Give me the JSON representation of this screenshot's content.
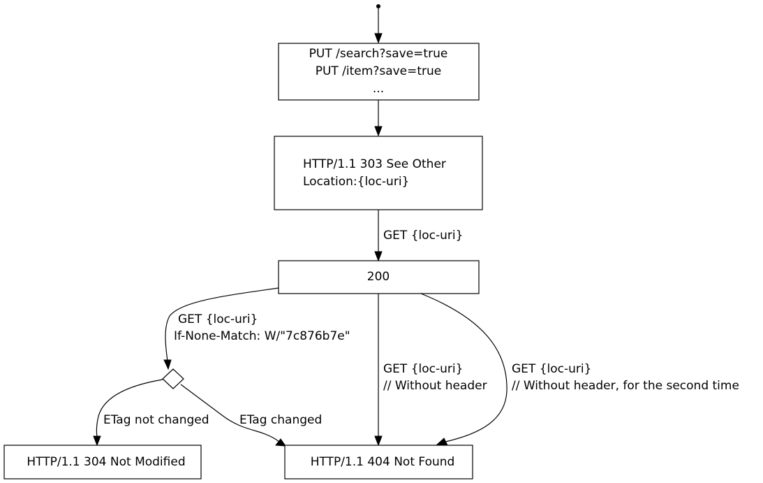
{
  "nodes": {
    "request": {
      "line1": "PUT /search?save=true",
      "line2": "PUT /item?save=true",
      "line3": "..."
    },
    "redirect": {
      "line1": "HTTP/1.1 303 See Other",
      "line2": "Location:{loc-uri}"
    },
    "ok": {
      "label": "200"
    },
    "not_modified": {
      "label": "HTTP/1.1 304 Not Modified"
    },
    "not_found": {
      "label": "HTTP/1.1 404 Not Found"
    }
  },
  "edges": {
    "get_loc": {
      "label": "GET {loc-uri}"
    },
    "conditional_get": {
      "line1": "GET {loc-uri}",
      "line2": "If-None-Match: W/\"7c876b7e\""
    },
    "without_header": {
      "line1": "GET {loc-uri}",
      "line2": "// Without header"
    },
    "without_header_second": {
      "line1": "GET {loc-uri}",
      "line2": "// Without header, for the second time"
    },
    "etag_not_changed": {
      "label": "ETag not changed"
    },
    "etag_changed": {
      "label": "ETag changed"
    }
  }
}
